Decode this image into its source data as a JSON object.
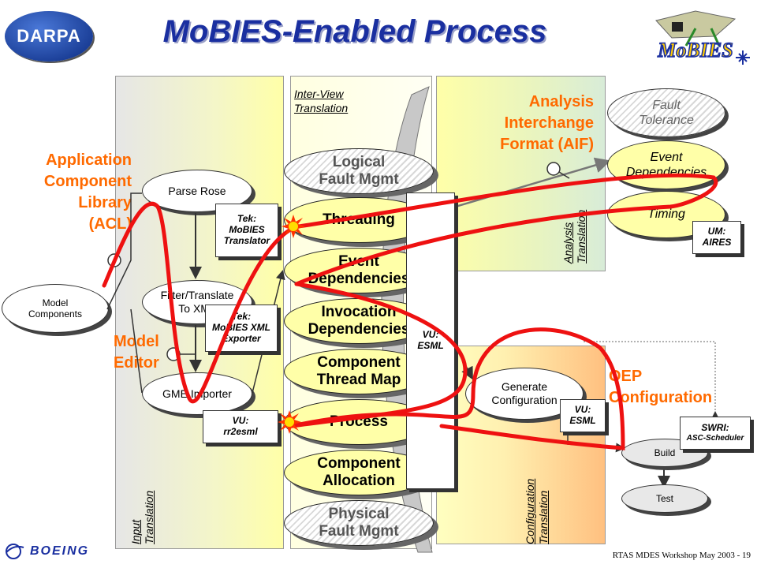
{
  "header": {
    "title": "MoBIES-Enabled Process",
    "left_logo": "DARPA",
    "right_logo": "MoBIES",
    "boeing_logo": "BOEING"
  },
  "footer": {
    "text": "RTAS MDES Workshop May 2003 - 19"
  },
  "colors": {
    "title": "#1a2fa0",
    "orange_label": "#ff6a00",
    "red_path": "#ee1111",
    "stack_fill": "#ffffa8"
  },
  "labels": {
    "acl": "Application\nComponent\nLibrary\n(ACL)",
    "model_editor": "Model\nEditor",
    "aif": "Analysis\nInterchange\nFormat (AIF)",
    "oep": "OEP\nConfiguration"
  },
  "input_panel": {
    "label": "Input\nTranslation",
    "parse_rose": "Parse Rose",
    "filter": "Filter/Translate\nTo XML",
    "gme": "GME Importer",
    "model_components": "Model\nComponents"
  },
  "center_panel": {
    "label": "Inter-View\nTranslation",
    "stack": [
      "Logical\nFault Mgmt",
      "Threading",
      "Event\nDependencies",
      "Invocation\nDependencies",
      "Component\nThread Map",
      "Process",
      "Component\nAllocation",
      "Physical\nFault Mgmt"
    ]
  },
  "analysis_panel": {
    "label": "Analysis\nTranslation",
    "fault_tolerance": "Fault\nTolerance",
    "event_deps": "Event\nDependencies",
    "timing": "Timing"
  },
  "config_panel": {
    "label": "Configuration\nTranslation",
    "generate": "Generate\nConfiguration",
    "build": "Build",
    "test": "Test"
  },
  "tool_boxes": {
    "tek_translator": "Tek:\nMoBIES\nTranslator",
    "tek_exporter": "Tek:\nMoBIES XML\nExporter",
    "vu_rr2esml": "VU:\nrr2esml",
    "vu_esml_center": "VU:\nESML",
    "vu_esml_config": "VU:\nESML",
    "um_aires": "UM:\nAIRES",
    "swri_title": "SWRI:",
    "swri_sub": "ASC-Scheduler"
  }
}
